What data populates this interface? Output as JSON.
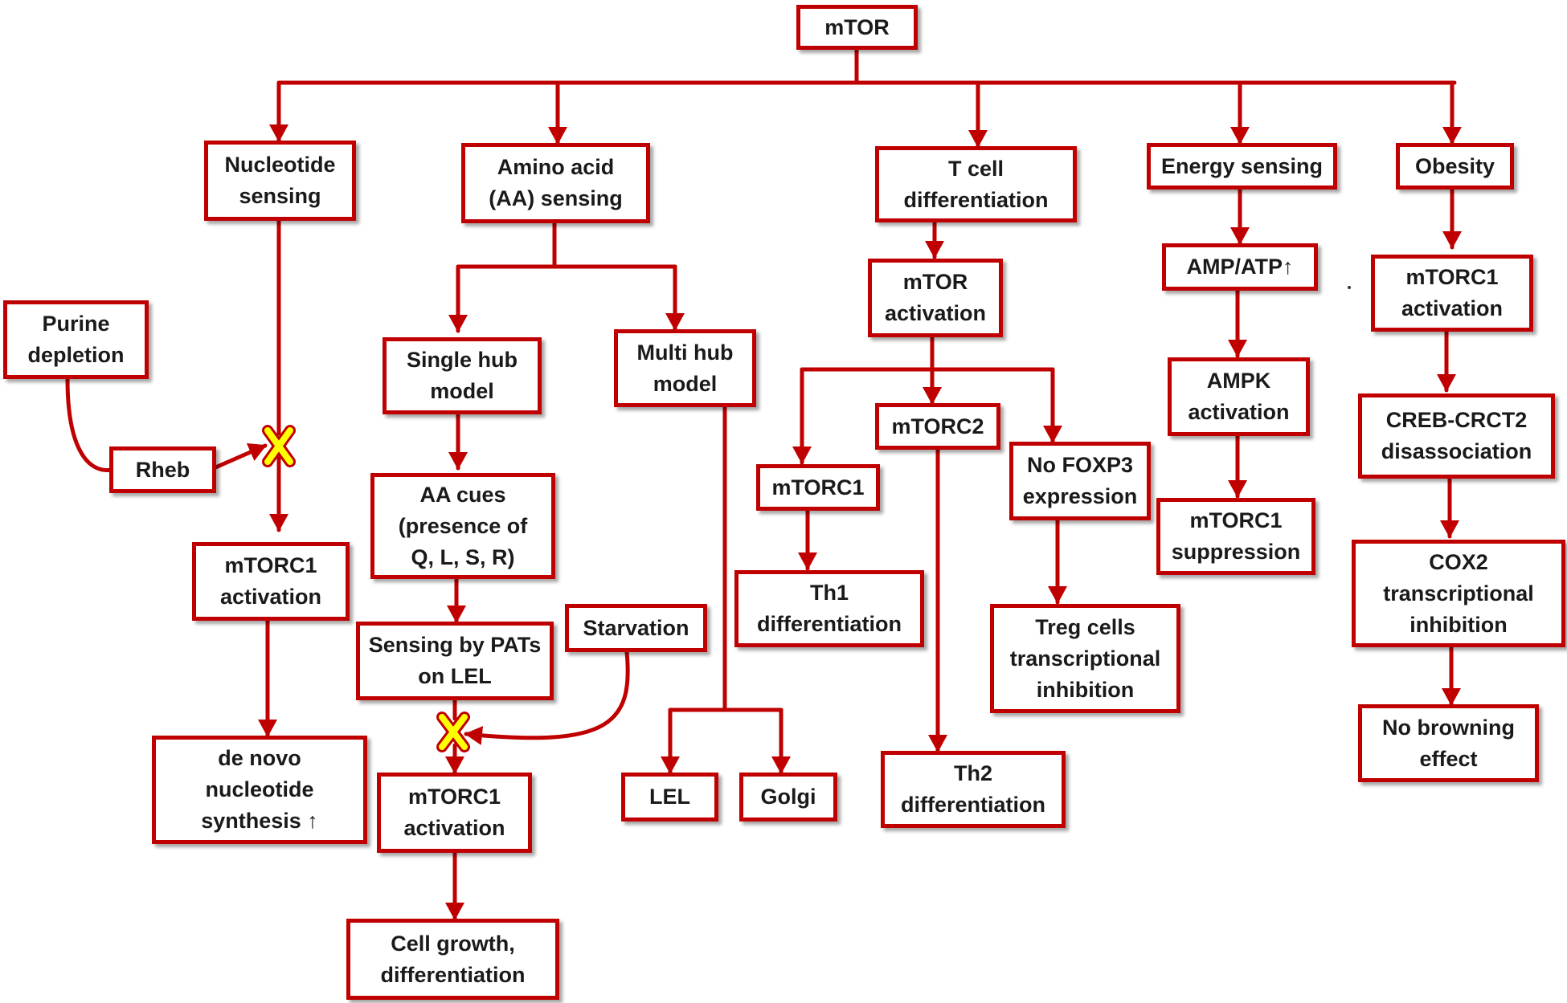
{
  "colors": {
    "stroke": "#c00000",
    "marker_fill": "#ffff00",
    "marker_stroke": "#c00000"
  },
  "nodes": {
    "mtor": "mTOR",
    "nucleotide_sensing": "Nucleotide\nsensing",
    "aa_sensing": "Amino acid\n(AA) sensing",
    "tcell_diff": "T cell\ndifferentiation",
    "energy_sensing": "Energy sensing",
    "obesity": "Obesity",
    "purine_depletion": "Purine\ndepletion",
    "rheb": "Rheb",
    "mtorc1_act_nuc": "mTORC1\nactivation",
    "de_novo": "de novo\nnucleotide\nsynthesis ↑",
    "single_hub": "Single hub\nmodel",
    "multi_hub": "Multi hub\nmodel",
    "aa_cues": "AA cues\n(presence of\nQ, L, S, R)",
    "sensing_pats": "Sensing by PATs\non LEL",
    "starvation": "Starvation",
    "mtorc1_act_aa": "mTORC1\nactivation",
    "cell_growth": "Cell growth,\ndifferentiation",
    "lel": "LEL",
    "golgi": "Golgi",
    "mtor_activation": "mTOR\nactivation",
    "mtorc1_t": "mTORC1",
    "mtorc2": "mTORC2",
    "no_foxp3": "No FOXP3\nexpression",
    "th1": "Th1\ndifferentiation",
    "th2": "Th2\ndifferentiation",
    "treg": "Treg cells\ntranscriptional\ninhibition",
    "amp_atp": "AMP/ATP↑",
    "ampk": "AMPK\nactivation",
    "mtorc1_supp": "mTORC1\nsuppression",
    "mtorc1_act_ob": "mTORC1\nactivation",
    "creb": "CREB-CRCT2\ndisassociation",
    "cox2": "COX2\ntranscriptional\ninhibition",
    "no_browning": "No browning\neffect"
  },
  "markers": {
    "block_nuc": "block-x-icon",
    "block_aa": "block-x-icon"
  }
}
